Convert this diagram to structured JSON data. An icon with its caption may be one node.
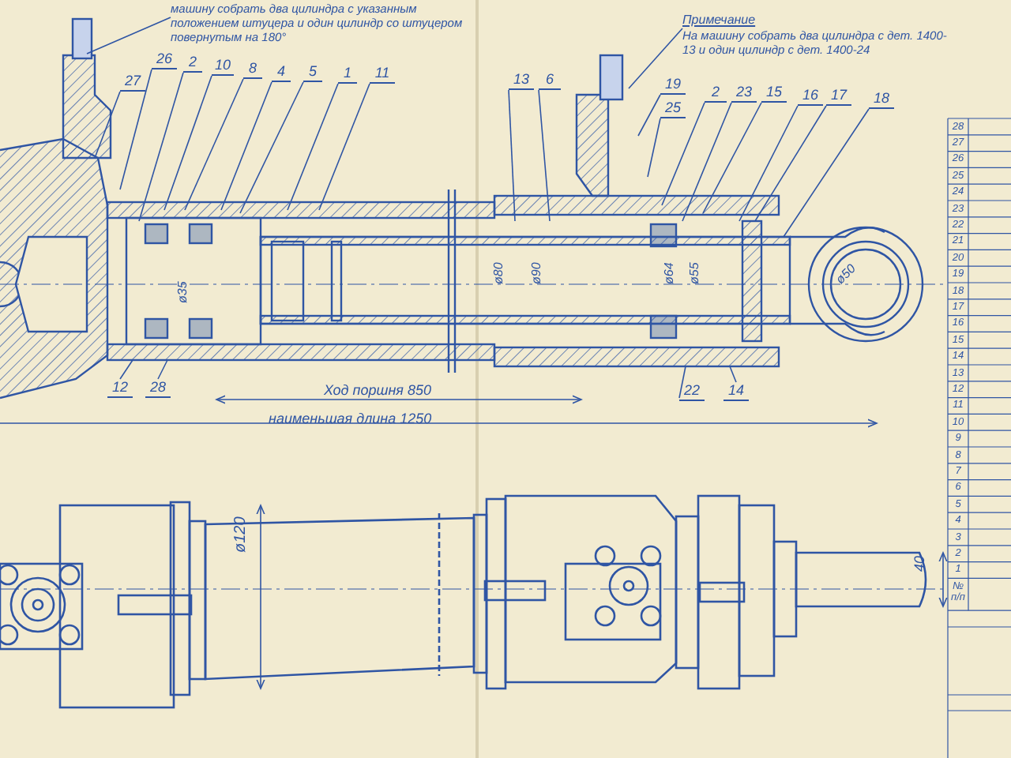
{
  "diagram": {
    "nodes": [
      {
        "text": [
          "машину собрать два цилиндра с указанным положением штуцера и один цилиндр со штуцером повернутым на 180°"
        ]
      },
      {
        "text": [
          "26"
        ]
      },
      {
        "text": [
          "27"
        ]
      },
      {
        "text": [
          "2"
        ]
      },
      {
        "text": [
          "10"
        ]
      },
      {
        "text": [
          "8"
        ]
      },
      {
        "text": [
          "4"
        ]
      },
      {
        "text": [
          "5"
        ]
      },
      {
        "text": [
          "1"
        ]
      },
      {
        "text": [
          "11"
        ]
      },
      {
        "text": [
          "Примечание",
          "На машину собрать два цилиндра с дет. 1400-13 и один цилиндр с дет. 1400-24"
        ]
      },
      {
        "text": [
          "13"
        ]
      },
      {
        "text": [
          "6"
        ]
      },
      {
        "text": [
          "19"
        ]
      },
      {
        "text": [
          "25"
        ]
      },
      {
        "text": [
          "2"
        ]
      },
      {
        "text": [
          "23"
        ]
      },
      {
        "text": [
          "15"
        ]
      },
      {
        "text": [
          "16"
        ]
      },
      {
        "text": [
          "17"
        ]
      },
      {
        "text": [
          "18"
        ]
      },
      {
        "text": [
          "12"
        ]
      },
      {
        "text": [
          "28"
        ]
      },
      {
        "text": [
          "22"
        ]
      },
      {
        "text": [
          "14"
        ]
      }
    ],
    "edges": [
      {
        "from": 0,
        "to": null,
        "arrow": "none"
      },
      {
        "from": 1,
        "to": null,
        "arrow": "none"
      },
      {
        "from": 2,
        "to": null,
        "arrow": "none"
      },
      {
        "from": 3,
        "to": null,
        "arrow": "none"
      },
      {
        "from": 4,
        "to": null,
        "arrow": "none"
      },
      {
        "from": 5,
        "to": null,
        "arrow": "none"
      },
      {
        "from": 6,
        "to": null,
        "arrow": "none"
      },
      {
        "from": 7,
        "to": null,
        "arrow": "none"
      },
      {
        "from": 8,
        "to": null,
        "arrow": "none"
      },
      {
        "from": 9,
        "to": null,
        "arrow": "none"
      },
      {
        "from": 10,
        "to": null,
        "arrow": "none"
      },
      {
        "from": 11,
        "to": null,
        "arrow": "none"
      },
      {
        "from": 12,
        "to": null,
        "arrow": "none"
      },
      {
        "from": 13,
        "to": null,
        "arrow": "none"
      },
      {
        "from": 14,
        "to": null,
        "arrow": "none"
      },
      {
        "from": 15,
        "to": null,
        "arrow": "none"
      },
      {
        "from": 16,
        "to": null,
        "arrow": "none"
      },
      {
        "from": 17,
        "to": null,
        "arrow": "none"
      },
      {
        "from": 18,
        "to": null,
        "arrow": "none"
      },
      {
        "from": 19,
        "to": null,
        "arrow": "none"
      },
      {
        "from": 20,
        "to": null,
        "arrow": "none"
      },
      {
        "from": 21,
        "to": null,
        "arrow": "none"
      },
      {
        "from": 22,
        "to": null,
        "arrow": "none"
      },
      {
        "from": 23,
        "to": null,
        "arrow": "none"
      },
      {
        "from": 24,
        "to": null,
        "arrow": "none"
      }
    ],
    "labels": [
      "ø35",
      "ø80",
      "ø90",
      "ø64",
      "ø55",
      "ø50",
      "Ход поршня 850",
      "наименьшая длина 1250",
      "ø120",
      "40",
      "28",
      "27",
      "26",
      "25",
      "24",
      "23",
      "22",
      "21",
      "20",
      "19",
      "18",
      "17",
      "16",
      "15",
      "14",
      "13",
      "12",
      "11",
      "10",
      "9",
      "8",
      "7",
      "6",
      "5",
      "4",
      "3",
      "2",
      "1",
      "№ п/п"
    ]
  }
}
